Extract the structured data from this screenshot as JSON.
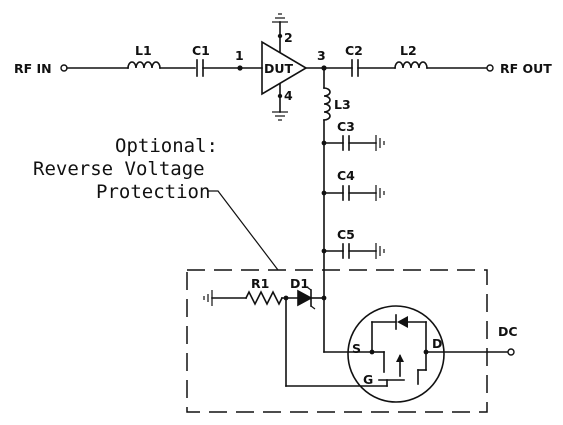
{
  "ports": {
    "input": "RF IN",
    "output": "RF OUT",
    "dc": "DC"
  },
  "components": {
    "l1": "L1",
    "c1": "C1",
    "c2": "C2",
    "l2": "L2",
    "l3": "L3",
    "c3": "C3",
    "c4": "C4",
    "c5": "C5",
    "r1": "R1",
    "d1": "D1",
    "dut": "DUT"
  },
  "pins": {
    "p1": "1",
    "p2": "2",
    "p3": "3",
    "p4": "4"
  },
  "mosfet_pins": {
    "s": "S",
    "d": "D",
    "g": "G"
  },
  "note_lines": [
    "Optional:",
    "Reverse Voltage",
    "Protection"
  ]
}
